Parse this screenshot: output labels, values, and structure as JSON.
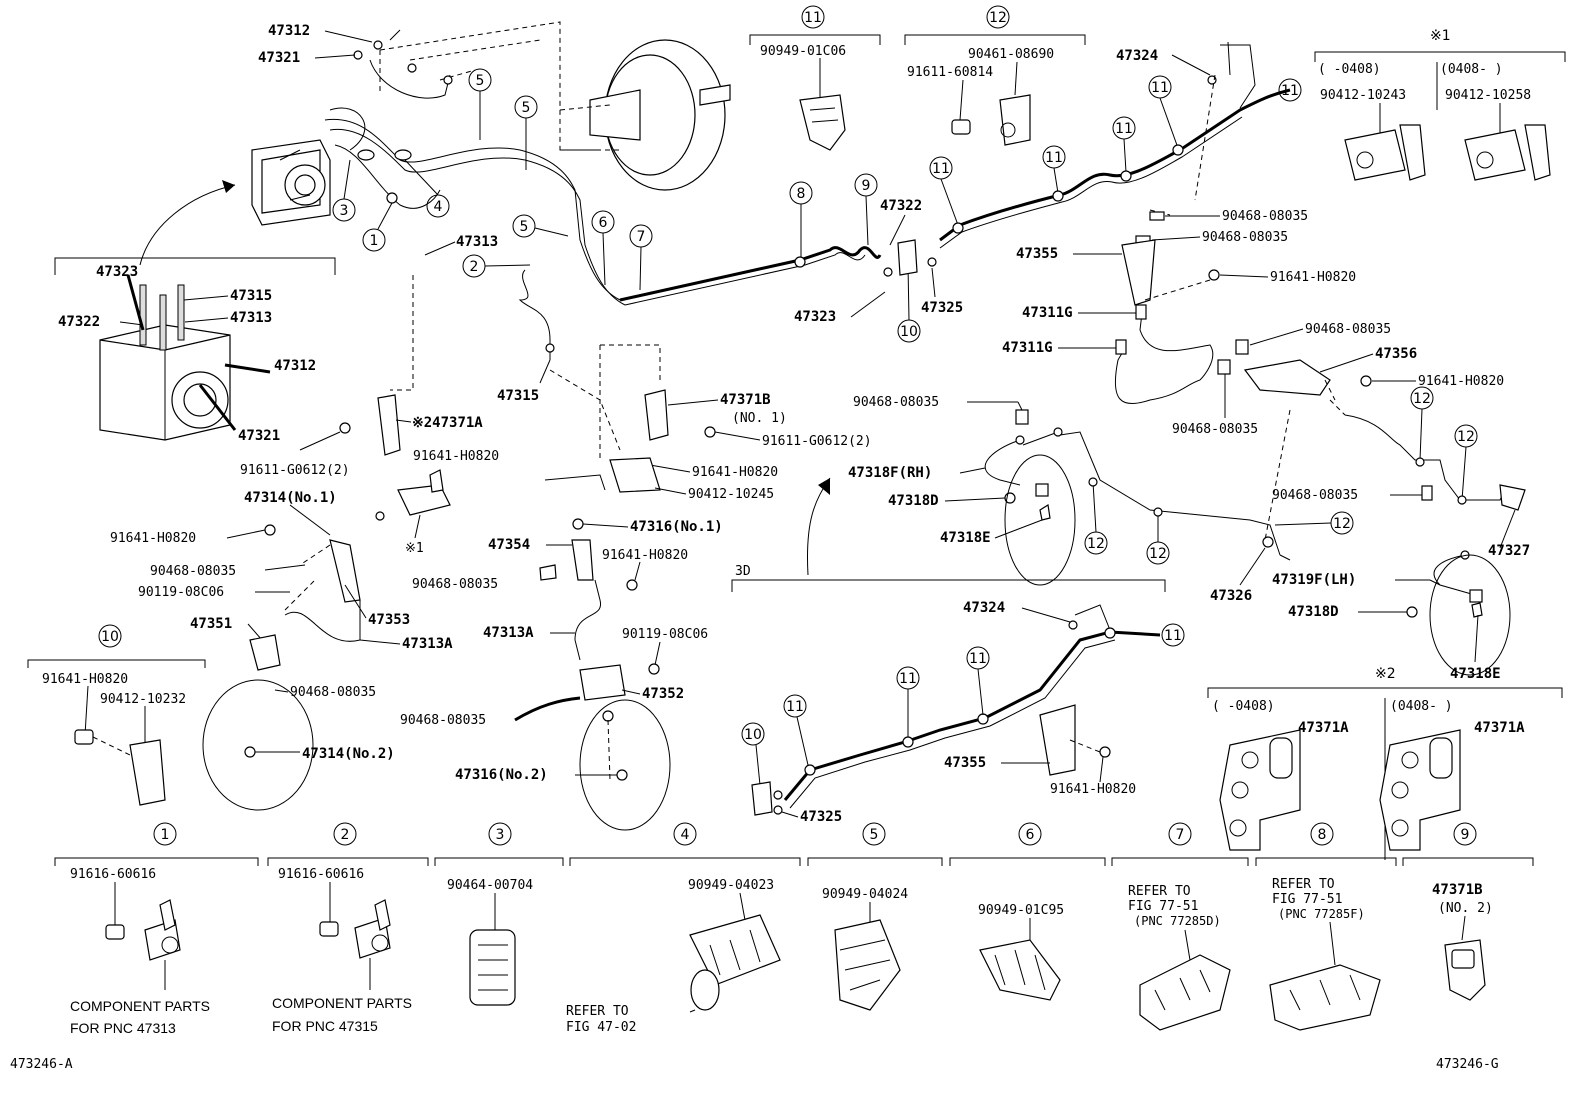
{
  "callouts_top": {
    "c11_box_title": "⑪",
    "c11_part": "90949-01C06",
    "c12_box_title": "⑫",
    "c12_part_a": "90461-08690",
    "c12_part_b": "91611-60814",
    "x1_title": "※1",
    "x1_range_a": "(    -0408)",
    "x1_range_b": "(0408-      )",
    "x1_part_a": "90412-10243",
    "x1_part_b": "90412-10258"
  },
  "left_labels": {
    "p47312_top": "47312",
    "p47321_top": "47321",
    "p47323": "47323",
    "p47315": "47315",
    "p47322": "47322",
    "p47313": "47313",
    "p47312": "47312",
    "p47321": "47321",
    "p47313_mid": "47313",
    "p47315_mid": "47315",
    "x2_47371A": "※247371A",
    "p91611_g0612": "91611-G0612(2)",
    "p91641_h0820_a": "91641-H0820",
    "p47314_no1": "47314(No.1)",
    "x1_mark": "※1",
    "p91641_h0820_b": "91641-H0820",
    "p90468_08035_a": "90468-08035",
    "p90119_08c06_a": "90119-08C06",
    "p47353": "47353",
    "p47351": "47351",
    "p47313A_left": "47313A",
    "p90468_08035_b": "90468-08035",
    "p47314_no2": "47314(No.2)"
  },
  "mid_labels": {
    "p47371B": "47371B",
    "p47371B_no1": "(NO. 1)",
    "p91611_g0612_2": "91611-G0612(2)",
    "p91641_h0820_c": "91641-H0820",
    "p90412_10245": "90412-10245",
    "p47316_no1": "47316(No.1)",
    "p47354": "47354",
    "p91641_h0820_d": "91641-H0820",
    "p90468_08035_c": "90468-08035",
    "p47313A_mid": "47313A",
    "p90119_08c06_b": "90119-08C06",
    "p47352": "47352",
    "p90468_08035_d": "90468-08035",
    "p47316_no2": "47316(No.2)",
    "p47322": "47322",
    "p47323_b": "47323",
    "p47325": "47325"
  },
  "right_labels": {
    "p47324": "47324",
    "p90468_08035_e": "90468-08035",
    "p90468_08035_f": "90468-08035",
    "p47355": "47355",
    "p91641_h0820_e": "91641-H0820",
    "p47311G_a": "47311G",
    "p47311G_b": "47311G",
    "p90468_08035_g": "90468-08035",
    "p47356": "47356",
    "p91641_h0820_f": "91641-H0820",
    "p90468_08035_h": "90468-08035",
    "p90468_08035_i": "90468-08035",
    "p47318F_rh": "47318F(RH)",
    "p47318D_a": "47318D",
    "p47318E_a": "47318E",
    "p90468_08035_j": "90468-08035",
    "p47327": "47327",
    "p47326": "47326",
    "p47319F_lh": "47319F(LH)",
    "p47318D_b": "47318D",
    "p47318E_b": "47318E"
  },
  "box3d": {
    "title": "3D",
    "p47324": "47324",
    "p47355": "47355",
    "p91641_h0820": "91641-H0820",
    "p47325": "47325"
  },
  "x2": {
    "title": "※2",
    "range_a": "(    -0408)",
    "range_b": "(0408-      )",
    "part_a": "47371A",
    "part_b": "47371A"
  },
  "c10": {
    "title": "⑩",
    "part_a": "91641-H0820",
    "part_b": "90412-10232"
  },
  "bottom": {
    "c1_title": "①",
    "c1_part": "91616-60616",
    "c1_note_a": "COMPONENT PARTS",
    "c1_note_b": "FOR PNC 47313",
    "c2_title": "②",
    "c2_part": "91616-60616",
    "c2_note_a": "COMPONENT PARTS",
    "c2_note_b": "FOR PNC 47315",
    "c3_title": "③",
    "c3_part": "90464-00704",
    "c4_title": "④",
    "c4_part": "90949-04023",
    "c4_note_a": "REFER TO",
    "c4_note_b": "FIG 47-02",
    "c5_title": "⑤",
    "c5_part": "90949-04024",
    "c6_title": "⑥",
    "c6_part": "90949-01C95",
    "c7_title": "⑦",
    "c7_note_a": "REFER TO",
    "c7_note_b": "FIG 77-51",
    "c7_note_c": "(PNC 77285D)",
    "c8_title": "⑧",
    "c8_note_a": "REFER TO",
    "c8_note_b": "FIG 77-51",
    "c8_note_c": "(PNC 77285F)",
    "c9_title": "⑨",
    "c9_part": "47371B",
    "c9_part_b": "(NO. 2)"
  },
  "pipe_circles": {
    "n1": "1",
    "n2": "2",
    "n3": "3",
    "n4": "4",
    "n5": "5",
    "n6": "6",
    "n7": "7",
    "n8": "8",
    "n9": "9",
    "n10": "10",
    "n11": "11",
    "n12": "12"
  },
  "footer": {
    "left_code": "473246-A",
    "right_code": "473246-G"
  }
}
